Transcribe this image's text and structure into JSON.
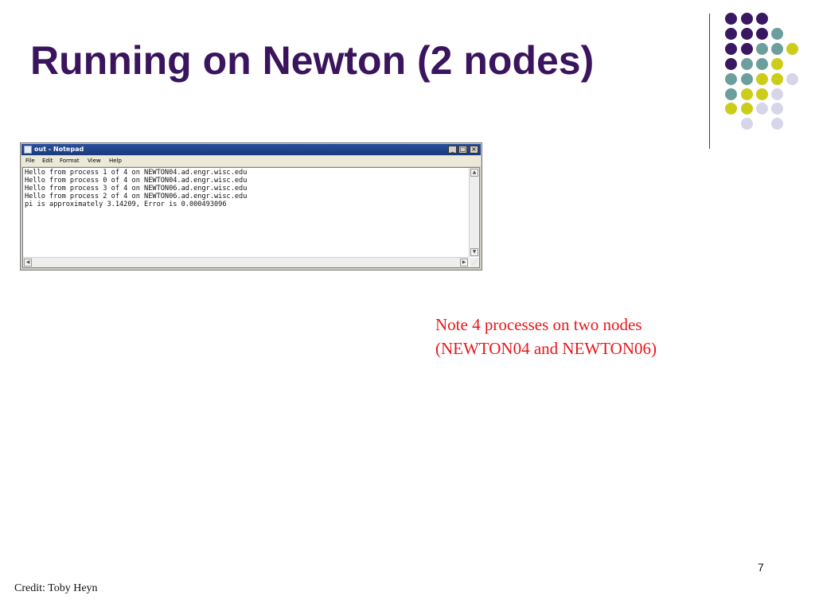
{
  "slide": {
    "title": "Running on Newton (2 nodes)",
    "note_line1": "Note 4 processes on two nodes",
    "note_line2": "(NEWTON04 and NEWTON06)",
    "page_number": "7",
    "credit": "Credit: Toby Heyn"
  },
  "notepad": {
    "window_title": "out - Notepad",
    "menu": [
      "File",
      "Edit",
      "Format",
      "View",
      "Help"
    ],
    "content": "Hello from process 1 of 4 on NEWTON04.ad.engr.wisc.edu\nHello from process 0 of 4 on NEWTON04.ad.engr.wisc.edu\nHello from process 3 of 4 on NEWTON06.ad.engr.wisc.edu\nHello from process 2 of 4 on NEWTON06.ad.engr.wisc.edu\npi is approximately 3.14209, Error is 0.000493096"
  },
  "colors": {
    "title": "#3b145e",
    "note": "#e8171b",
    "dot_purple": "#3a1763",
    "dot_teal": "#6d9e9e",
    "dot_yellow": "#cccc1a",
    "dot_lavender": "#d6d6e8"
  }
}
